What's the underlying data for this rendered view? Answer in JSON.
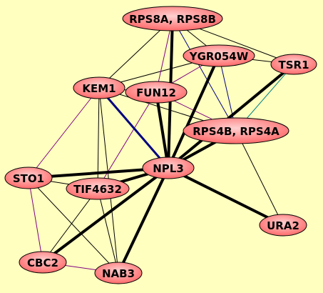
{
  "diagram": {
    "background": "#ffffc0",
    "node_fill_outer": "#ff6b6b",
    "node_fill_inner": "#ffd0d0",
    "nodes": [
      {
        "id": "RPS8A",
        "label": "RPS8A, RPS8B"
      },
      {
        "id": "YGR054W",
        "label": "YGR054W"
      },
      {
        "id": "TSR1",
        "label": "TSR1"
      },
      {
        "id": "KEM1",
        "label": "KEM1"
      },
      {
        "id": "FUN12",
        "label": "FUN12"
      },
      {
        "id": "RPS4B",
        "label": "RPS4B, RPS4A"
      },
      {
        "id": "NPL3",
        "label": "NPL3"
      },
      {
        "id": "STO1",
        "label": "STO1"
      },
      {
        "id": "TIF4632",
        "label": "TIF4632"
      },
      {
        "id": "URA2",
        "label": "URA2"
      },
      {
        "id": "CBC2",
        "label": "CBC2"
      },
      {
        "id": "NAB3",
        "label": "NAB3"
      }
    ],
    "edges": [
      {
        "from": "NPL3",
        "to": "RPS8A",
        "weight": "heavy",
        "color": "#000000"
      },
      {
        "from": "NPL3",
        "to": "YGR054W",
        "weight": "heavy",
        "color": "#000000"
      },
      {
        "from": "NPL3",
        "to": "TSR1",
        "weight": "heavy",
        "color": "#000000"
      },
      {
        "from": "NPL3",
        "to": "RPS4B",
        "weight": "heavy",
        "color": "#000000"
      },
      {
        "from": "NPL3",
        "to": "FUN12",
        "weight": "heavy",
        "color": "#000000"
      },
      {
        "from": "NPL3",
        "to": "STO1",
        "weight": "heavy",
        "color": "#000000"
      },
      {
        "from": "NPL3",
        "to": "TIF4632",
        "weight": "heavy",
        "color": "#000000"
      },
      {
        "from": "NPL3",
        "to": "URA2",
        "weight": "heavy",
        "color": "#000000"
      },
      {
        "from": "NPL3",
        "to": "CBC2",
        "weight": "heavy",
        "color": "#000000"
      },
      {
        "from": "NPL3",
        "to": "NAB3",
        "weight": "heavy",
        "color": "#000000"
      },
      {
        "from": "NPL3",
        "to": "KEM1",
        "weight": "medium",
        "color": "#000080"
      },
      {
        "from": "KEM1",
        "to": "RPS8A",
        "weight": "thin",
        "color": "#000000"
      },
      {
        "from": "KEM1",
        "to": "YGR054W",
        "weight": "thin",
        "color": "#000000"
      },
      {
        "from": "KEM1",
        "to": "FUN12",
        "weight": "thin",
        "color": "#000000"
      },
      {
        "from": "KEM1",
        "to": "RPS4B",
        "weight": "thin",
        "color": "#000000"
      },
      {
        "from": "KEM1",
        "to": "STO1",
        "weight": "thin",
        "color": "#800080"
      },
      {
        "from": "KEM1",
        "to": "TIF4632",
        "weight": "thin",
        "color": "#000000"
      },
      {
        "from": "KEM1",
        "to": "NAB3",
        "weight": "thin",
        "color": "#000000"
      },
      {
        "from": "RPS8A",
        "to": "TSR1",
        "weight": "thin",
        "color": "#000000"
      },
      {
        "from": "RPS8A",
        "to": "FUN12",
        "weight": "thin",
        "color": "#800080"
      },
      {
        "from": "RPS8A",
        "to": "RPS4B",
        "weight": "thin",
        "color": "#000080"
      },
      {
        "from": "RPS8A",
        "to": "YGR054W",
        "weight": "thin",
        "color": "#000000"
      },
      {
        "from": "RPS8A",
        "to": "NPL3",
        "weight": "thin",
        "color": "#000080"
      },
      {
        "from": "YGR054W",
        "to": "TSR1",
        "weight": "thin",
        "color": "#000000"
      },
      {
        "from": "YGR054W",
        "to": "FUN12",
        "weight": "thin",
        "color": "#800080"
      },
      {
        "from": "YGR054W",
        "to": "RPS4B",
        "weight": "thin",
        "color": "#000080"
      },
      {
        "from": "TSR1",
        "to": "RPS4B",
        "weight": "thin",
        "color": "#008080"
      },
      {
        "from": "TSR1",
        "to": "NPL3",
        "weight": "thin",
        "color": "#008080"
      },
      {
        "from": "FUN12",
        "to": "RPS4B",
        "weight": "thin",
        "color": "#800080"
      },
      {
        "from": "FUN12",
        "to": "TIF4632",
        "weight": "thin",
        "color": "#800080"
      },
      {
        "from": "RPS4B",
        "to": "URA2",
        "weight": "thin",
        "color": "#000000"
      },
      {
        "from": "STO1",
        "to": "TIF4632",
        "weight": "thin",
        "color": "#000000"
      },
      {
        "from": "STO1",
        "to": "CBC2",
        "weight": "thin",
        "color": "#800080"
      },
      {
        "from": "STO1",
        "to": "NAB3",
        "weight": "thin",
        "color": "#000000"
      },
      {
        "from": "TIF4632",
        "to": "CBC2",
        "weight": "thin",
        "color": "#000000"
      },
      {
        "from": "TIF4632",
        "to": "NAB3",
        "weight": "thin",
        "color": "#000000"
      },
      {
        "from": "CBC2",
        "to": "NAB3",
        "weight": "thin",
        "color": "#800080"
      },
      {
        "from": "CBC2",
        "to": "NPL3",
        "weight": "thin",
        "color": "#000000"
      }
    ]
  }
}
